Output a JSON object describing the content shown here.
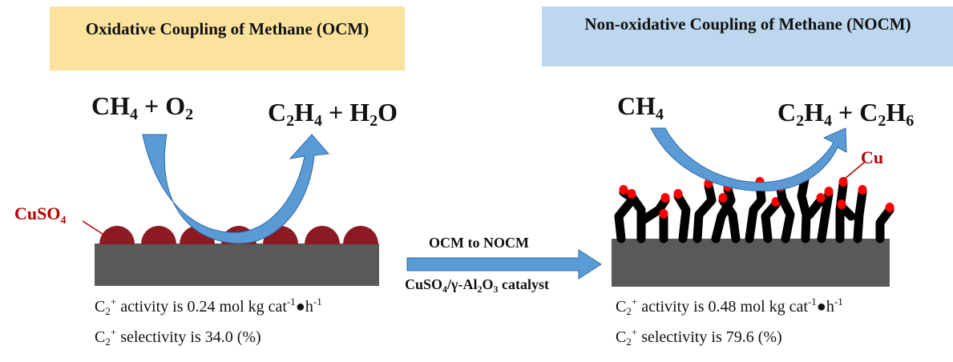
{
  "colors": {
    "ocm_box": "#fbe39e",
    "nocm_box": "#bcd7ee",
    "arrow": "#5b9bd5",
    "arrow_dark": "#2e6aa8",
    "support": "#595959",
    "cuso4": "#8b1a22",
    "cu_tip": "#ff0000",
    "chain": "#000000",
    "label_red": "#b40000"
  },
  "ocm": {
    "title": "Oxidative Coupling of Methane (OCM)",
    "reactant": {
      "a": "CH",
      "a_sub": "4",
      "plus": " + O",
      "b_sub": "2"
    },
    "product": {
      "a": "C",
      "a_sub1": "2",
      "a_mid": "H",
      "a_sub2": "4",
      "plus": " + H",
      "b_sub": "2",
      "b_end": "O"
    },
    "catalyst_label": {
      "text": "CuSO",
      "sub": "4"
    },
    "activity": {
      "pre": "C",
      "sub": "2",
      "sup": "+",
      "text": " activity is 0.24 mol kg cat",
      "sup2": "-1",
      "dot": "●h",
      "sup3": "-1"
    },
    "selectivity": {
      "pre": "C",
      "sub": "2",
      "sup": "+",
      "text": " selectivity is 34.0 (%)"
    }
  },
  "nocm": {
    "title": "Non-oxidative Coupling of Methane (NOCM)",
    "reactant": {
      "a": "CH",
      "a_sub": "4"
    },
    "product": {
      "a": "C",
      "a_sub1": "2",
      "a_mid": "H",
      "a_sub2": "4",
      "plus": " + C",
      "b_sub1": "2",
      "b_mid": "H",
      "b_sub2": "6"
    },
    "catalyst_label": {
      "text": "Cu"
    },
    "activity": {
      "pre": "C",
      "sub": "2",
      "sup": "+",
      "text": " activity is 0.48 mol kg cat",
      "sup2": "-1",
      "dot": "●h",
      "sup3": "-1"
    },
    "selectivity": {
      "pre": "C",
      "sub": "2",
      "sup": "+",
      "text": " selectivity is 79.6 (%)"
    }
  },
  "transition": {
    "label": "OCM to NOCM",
    "catalyst": {
      "a": "CuSO",
      "a_sub": "4",
      "b": "/γ-Al",
      "b_sub1": "2",
      "b_mid": "O",
      "b_sub2": "3",
      "c": " catalyst"
    }
  }
}
